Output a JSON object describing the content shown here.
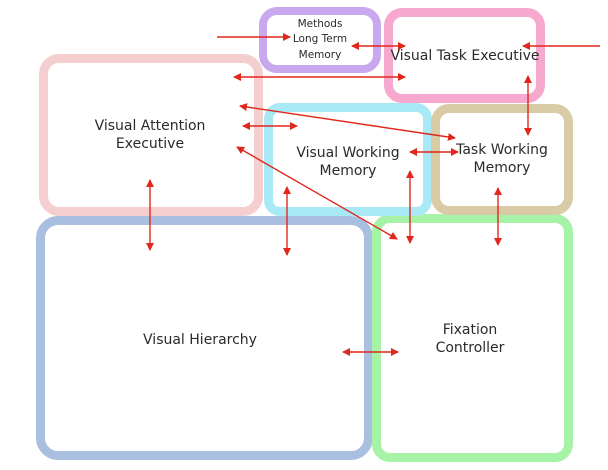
{
  "boxes": {
    "methods_ltm": {
      "lines": [
        "Methods",
        "Long Term",
        "Memory"
      ],
      "color": "#C9A8F0"
    },
    "visual_task_executive": {
      "lines": [
        "Visual Task Executive"
      ],
      "color": "#F7A8CF"
    },
    "visual_attention_executive": {
      "lines": [
        "Visual Attention",
        "Executive"
      ],
      "color": "#F5CFCF"
    },
    "visual_working_memory": {
      "lines": [
        "Visual Working",
        "Memory"
      ],
      "color": "#A9E9F6"
    },
    "task_working_memory": {
      "lines": [
        "Task Working",
        "Memory"
      ],
      "color": "#D8CBA6"
    },
    "visual_hierarchy": {
      "lines": [
        "Visual Hierarchy"
      ],
      "color": "#A9BFE0"
    },
    "fixation_controller": {
      "lines": [
        "Fixation",
        "Controller"
      ],
      "color": "#A6F2A6"
    }
  },
  "arrow_color": "#E0271B"
}
